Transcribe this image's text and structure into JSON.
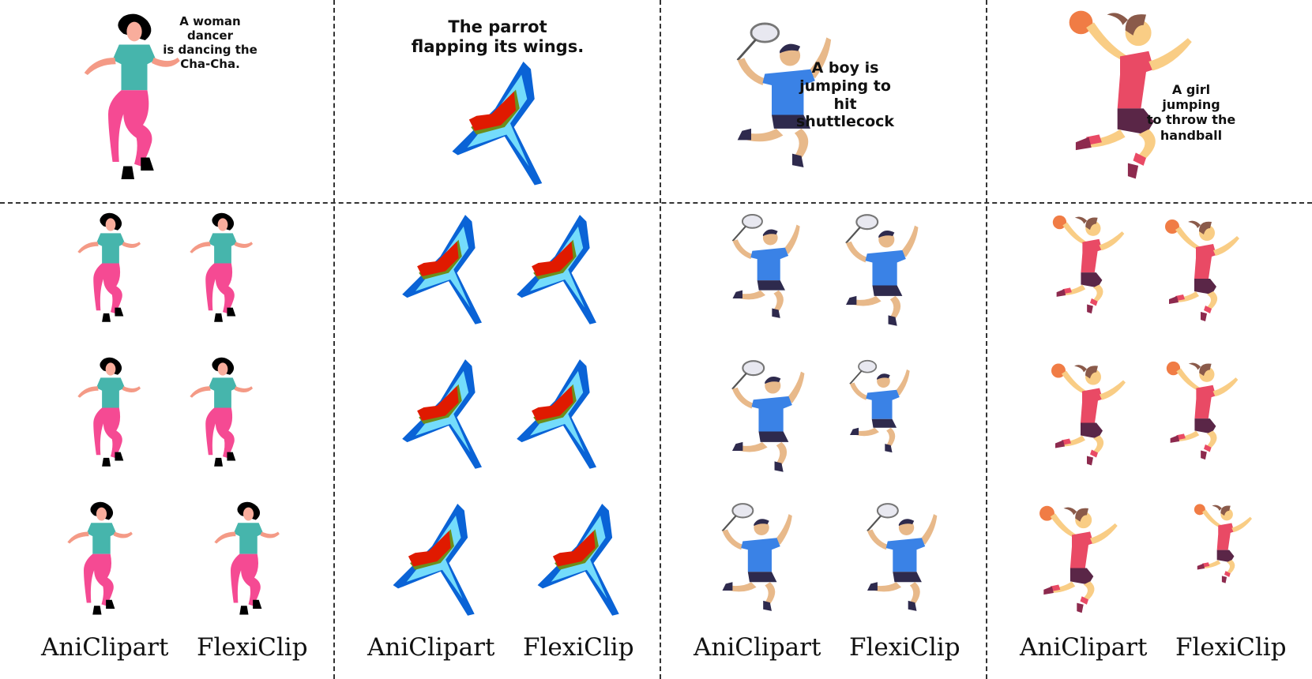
{
  "panels": [
    {
      "name": "dancer",
      "caption": "A woman dancer\nis dancing the\nCha-Cha.",
      "labels": [
        "AniClipart",
        "FlexiClip"
      ]
    },
    {
      "name": "parrot",
      "caption": "The parrot\nflapping its wings.",
      "labels": [
        "AniClipart",
        "FlexiClip"
      ]
    },
    {
      "name": "badminton",
      "caption": "A boy is\njumping to hit\nshuttlecock",
      "labels": [
        "AniClipart",
        "FlexiClip"
      ]
    },
    {
      "name": "handball",
      "caption": "A girl jumping\nto throw the\nhandball",
      "labels": [
        "AniClipart",
        "FlexiClip"
      ]
    }
  ],
  "colors": {
    "dancer_shirt": "#46b5ac",
    "dancer_pants": "#f54a93",
    "dancer_skin": "#f49a86",
    "parrot_blue": "#0a63d6",
    "parrot_light": "#74dcfb",
    "parrot_red": "#e01a00",
    "parrot_green": "#6c8e1c",
    "boy_shirt": "#3a82e6",
    "boy_shorts": "#2e2a4d",
    "boy_skin": "#e8b98a",
    "girl_shirt": "#e94a65",
    "girl_shorts": "#5a2647",
    "girl_skin": "#f9cd85",
    "ball": "#f07c45"
  }
}
